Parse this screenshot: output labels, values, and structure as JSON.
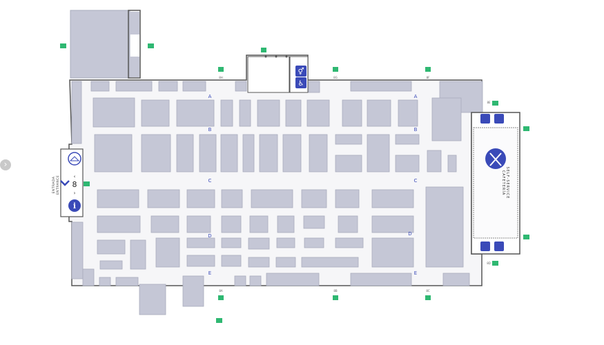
{
  "navigation": {
    "prev_icon": "chevron-left-icon",
    "prev_glyph": "›"
  },
  "hall": {
    "number": "8"
  },
  "aisles": [
    "A",
    "B",
    "C",
    "D",
    "E"
  ],
  "cafeteria": {
    "line1": "CAFETERÍA",
    "line2": "SELF-SERVICE",
    "icon": "cutlery-icon"
  },
  "entrance": {
    "line1": "ENTRADA",
    "line2": "ENTRANCE"
  },
  "exits": [
    "8A",
    "8B",
    "8C",
    "8D",
    "8E",
    "8F",
    "8G",
    "8H"
  ],
  "services": [
    "restroom-icon",
    "accessible-restroom-icon",
    "information-icon",
    "cloakroom-icon",
    "emergency-exit-icon"
  ],
  "colors": {
    "stand": "#c5c7d6",
    "stand_stroke": "#a9acbd",
    "wall": "#555555",
    "aisle_label": "#3a4ab8",
    "exit_green": "#2fb872",
    "service_blue": "#3a4ab8"
  }
}
